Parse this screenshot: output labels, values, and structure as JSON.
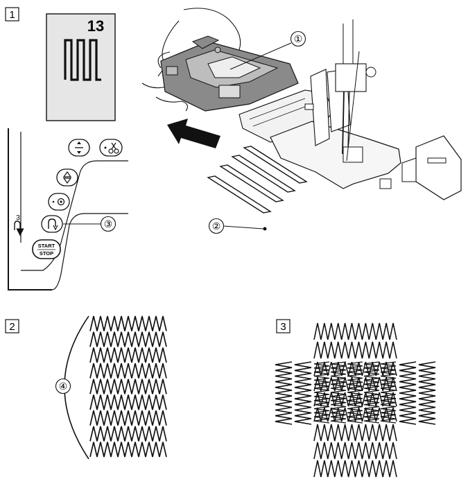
{
  "step_labels": [
    "1",
    "2",
    "3"
  ],
  "callouts": [
    "①",
    "②",
    "③",
    "④"
  ],
  "pattern_number": "13",
  "buttons": {
    "start_label": "START",
    "stop_label": "STOP",
    "reverse_mark": "3"
  },
  "colors": {
    "ink": "#111111",
    "panel_gray": "#e6e6e6",
    "foot_gray": "#8a8a8a",
    "foot_light": "#bdbdbd"
  },
  "icons": [
    "needle-up-down-icon",
    "thread-cutter-icon",
    "up-down-arrow-icon",
    "center-dot-icon",
    "reverse-stitch-icon",
    "start-stop-button"
  ]
}
